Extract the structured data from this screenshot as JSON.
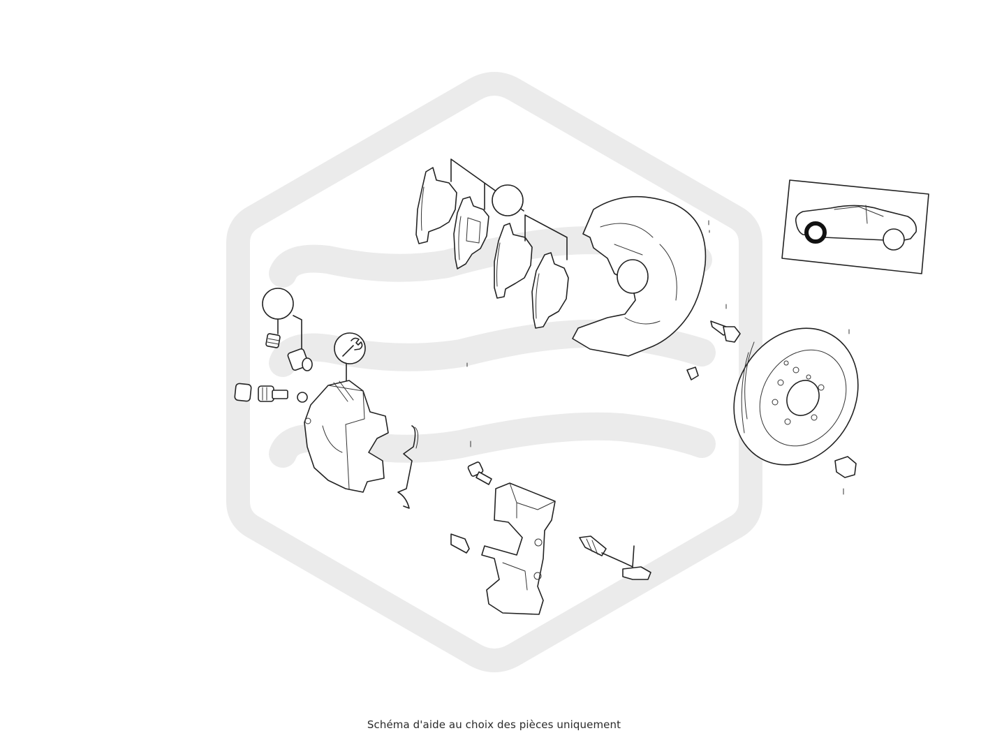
{
  "caption": "Schéma d'aide au choix des pièces uniquement",
  "watermark": {
    "color": "#ebebeb"
  },
  "parts": [
    {
      "id": "brake-pad-set-1",
      "icon": "badge-circle"
    },
    {
      "id": "brake-pad-set-2"
    },
    {
      "id": "caliper-repair-kit",
      "icon": "badge-circle"
    },
    {
      "id": "brake-caliper",
      "icon": "wrench-icon"
    },
    {
      "id": "caliper-spring-clip"
    },
    {
      "id": "caliper-carrier"
    },
    {
      "id": "brake-dust-shield"
    },
    {
      "id": "brake-disc"
    },
    {
      "id": "wear-sensor"
    }
  ],
  "vehicle_position": {
    "icon": "car-icon",
    "highlight": "front-left-wheel",
    "highlight_color": "#111111"
  }
}
